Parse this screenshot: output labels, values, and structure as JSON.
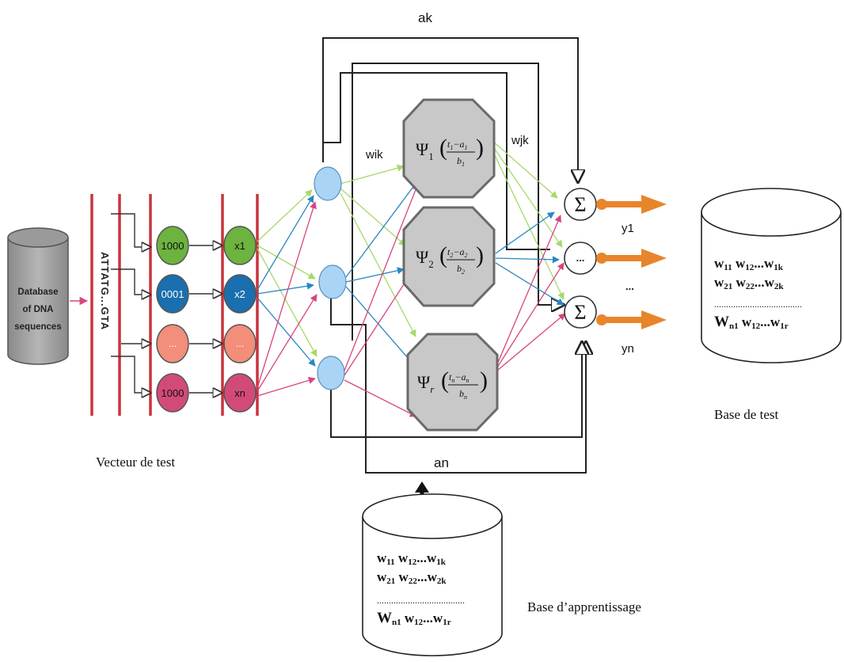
{
  "source_db": {
    "lines": [
      "Database",
      "of DNA",
      "sequences"
    ]
  },
  "dna_sequence": "ATTATG...GTA",
  "encoded": [
    "1000",
    "0001",
    "...",
    "1000"
  ],
  "inputs": [
    "x1",
    "x2",
    "...",
    "xn"
  ],
  "weight_labels": {
    "input_hidden": "wik",
    "hidden_output": "wjk"
  },
  "wavelons": [
    {
      "psi": "Ψ",
      "sub": "1",
      "t": "t",
      "ts": "1",
      "a": "a",
      "as": "1",
      "b": "b",
      "bs": "1"
    },
    {
      "psi": "Ψ",
      "sub": "2",
      "t": "t",
      "ts": "2",
      "a": "a",
      "as": "2",
      "b": "b",
      "bs": "2"
    },
    {
      "psi": "Ψ",
      "sub": "r",
      "t": "t",
      "ts": "n",
      "a": "a",
      "as": "n",
      "b": "b",
      "bs": "n"
    }
  ],
  "sum_symbol": "Σ",
  "middle_output": "...",
  "outputs": {
    "first": "y1",
    "dots": "...",
    "last": "yn"
  },
  "feedback": {
    "top": "ak",
    "bottom": "an"
  },
  "captions": {
    "test_vector": "Vecteur de test",
    "test_base": "Base de test",
    "learning_base": "Base d’apprentissage"
  },
  "weights_table": {
    "row1": {
      "a": "w",
      "as": "11",
      "b": "w",
      "bs": "12",
      "dots": "...",
      "c": "w",
      "cs": "1k"
    },
    "row2": {
      "a": "w",
      "as": "21",
      "b": "w",
      "bs": "22",
      "dots": "...",
      "c": "w",
      "cs": "2k"
    },
    "sep": ".....................................",
    "row3": {
      "a": "W",
      "as": "n1",
      "b": "w",
      "bs": "12",
      "dots": "...",
      "c": "w",
      "cs": "1r"
    }
  },
  "colors": {
    "red_bar": "#c8343f",
    "green": "#6db33f",
    "blue": "#1a6fae",
    "salmon": "#f28e7a",
    "pink": "#d24b78",
    "light_blue": "#a9d4f5",
    "green_line": "#a6d96a",
    "blue_line": "#2a86c2",
    "pink_line": "#d6467e",
    "orange": "#e8852a",
    "gray_fill": "#c8c8c8"
  }
}
